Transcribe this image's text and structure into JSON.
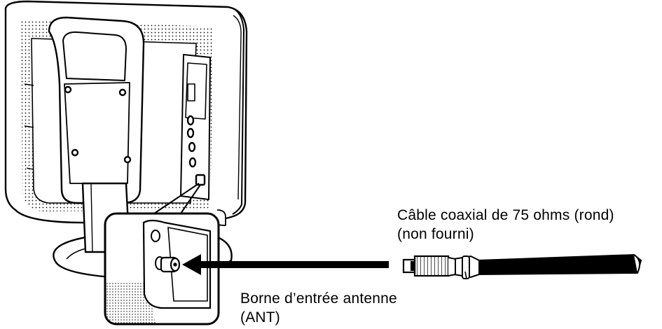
{
  "labels": {
    "cable_line1": "Câble coaxial de 75 ohms (rond)",
    "cable_line2": "(non fourni)",
    "terminal_line1": "Borne d’entrée antenne",
    "terminal_line2": "(ANT)"
  },
  "colors": {
    "ink": "#000000",
    "paper": "#ffffff"
  }
}
